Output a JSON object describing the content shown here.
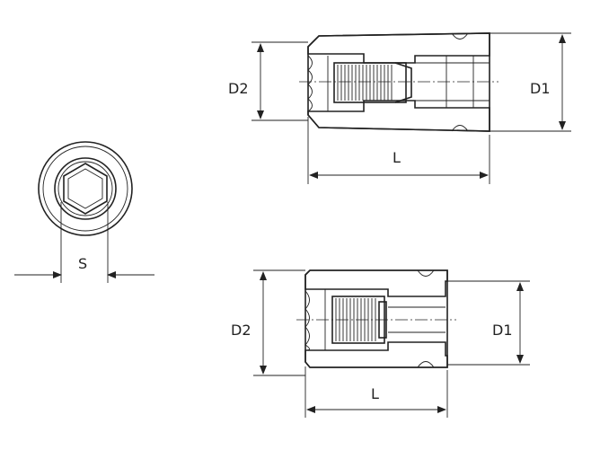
{
  "labels": {
    "s": "S",
    "top_d2": "D2",
    "top_d1": "D1",
    "top_l": "L",
    "bottom_d2": "D2",
    "bottom_d1": "D1",
    "bottom_l": "L"
  }
}
